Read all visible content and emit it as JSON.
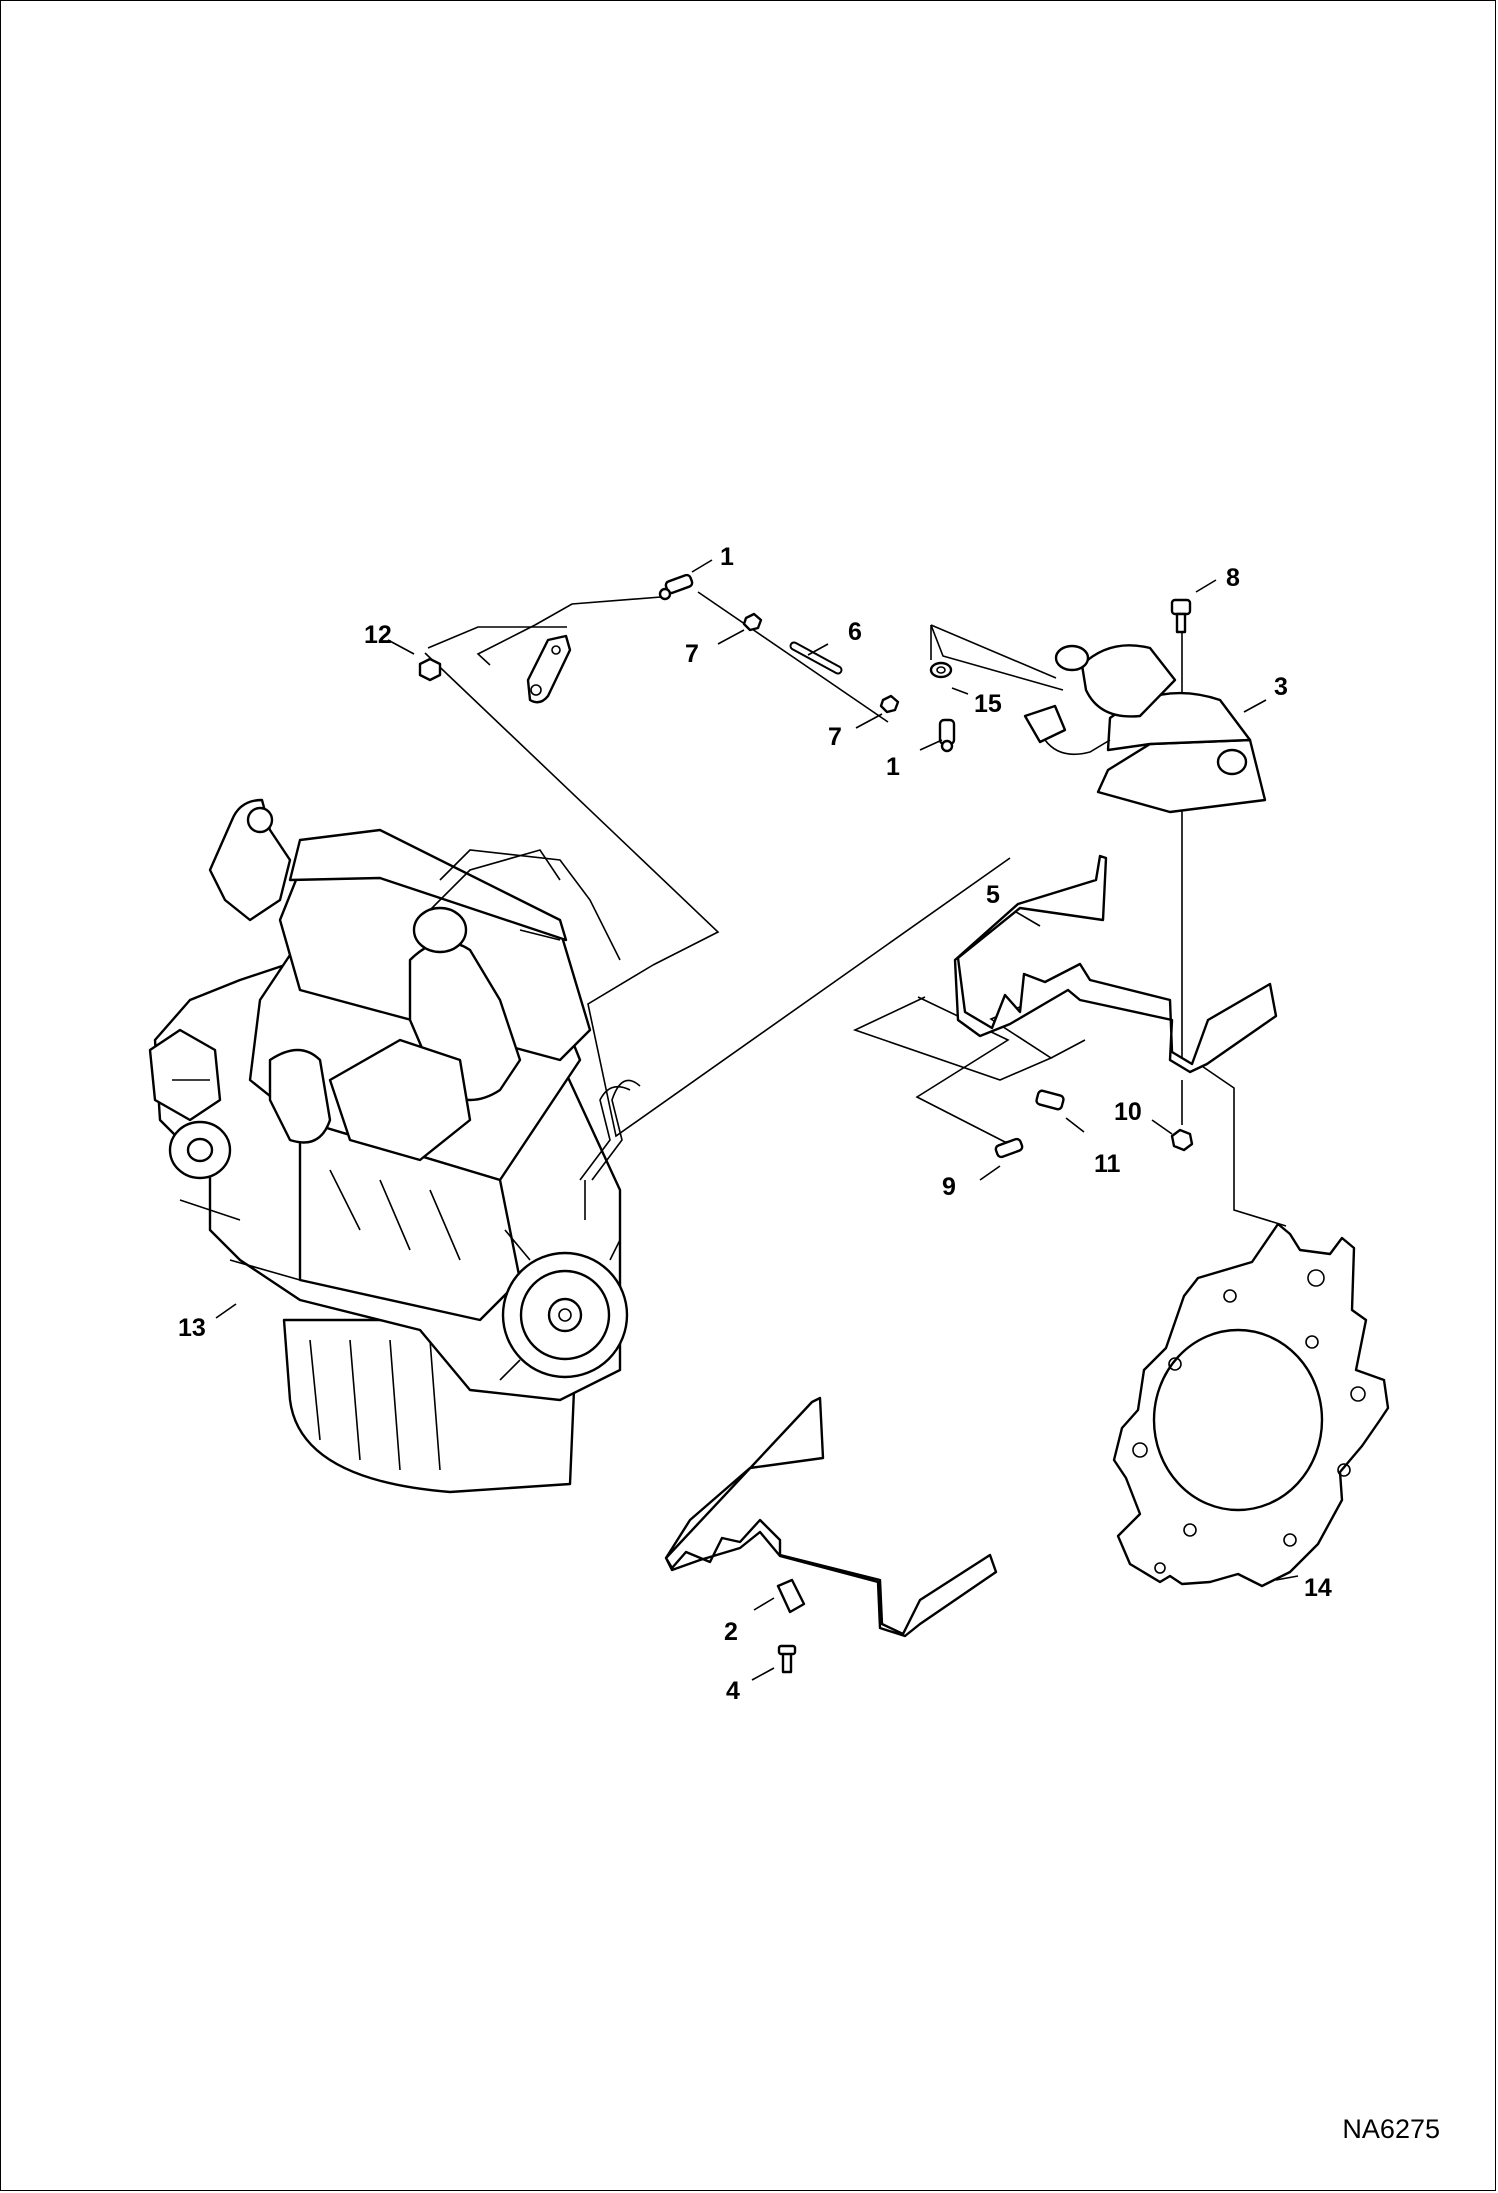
{
  "figure_id": "NA6275",
  "callouts": {
    "c1a": "1",
    "c1b": "1",
    "c2": "2",
    "c3": "3",
    "c4": "4",
    "c5": "5",
    "c6": "6",
    "c7a": "7",
    "c7b": "7",
    "c8": "8",
    "c9": "9",
    "c10": "10",
    "c11": "11",
    "c12": "12",
    "c13": "13",
    "c14": "14",
    "c15": "15"
  }
}
